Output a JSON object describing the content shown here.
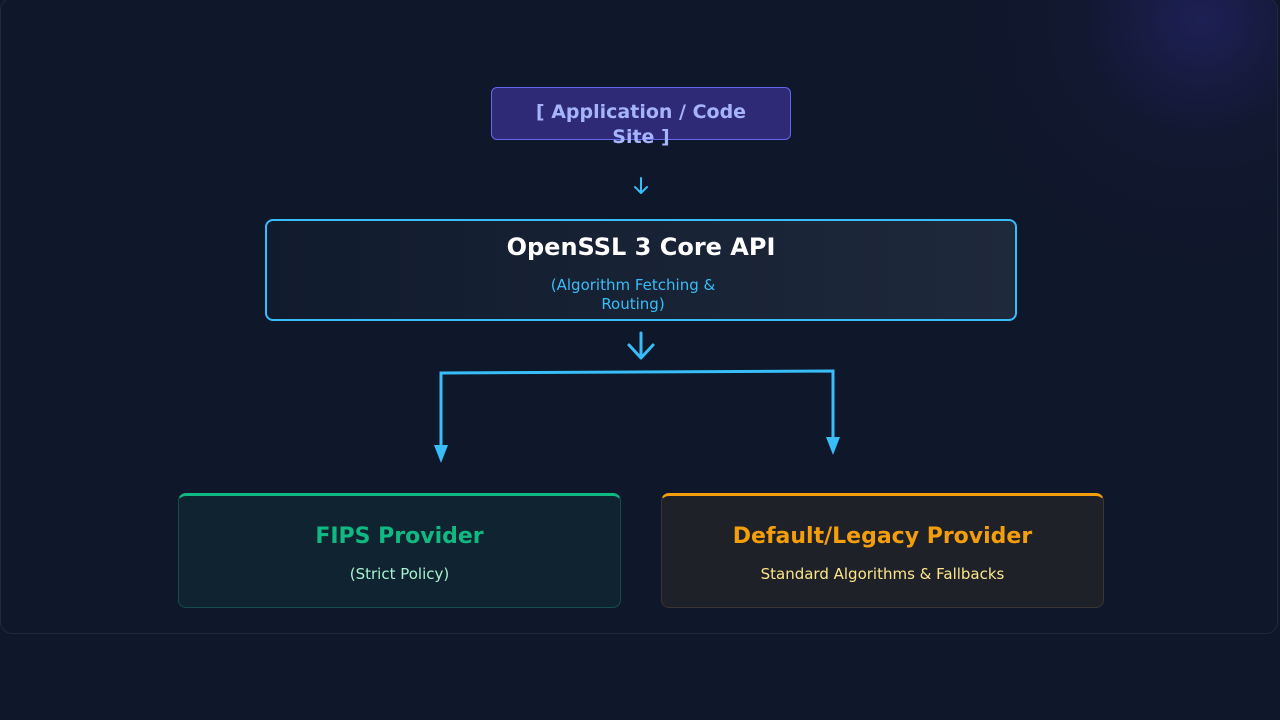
{
  "diagram": {
    "application_node": {
      "label": "[ Application / Code Site ]"
    },
    "core_node": {
      "title": "OpenSSL 3 Core API",
      "subtitle": "(Algorithm Fetching & Routing)"
    },
    "providers": [
      {
        "title": "FIPS Provider",
        "subtitle": "(Strict Policy)",
        "accent_color": "#10b981"
      },
      {
        "title": "Default/Legacy Provider",
        "subtitle": "Standard Algorithms & Fallbacks",
        "accent_color": "#f59e0b"
      }
    ],
    "colors": {
      "background": "#0f172a",
      "connector": "#38bdf8",
      "application_accent": "#6366f1",
      "application_text": "#a5b4fc"
    },
    "icons": [
      "arrow-down-icon",
      "arrow-down-icon",
      "arrowhead-icon",
      "arrowhead-icon"
    ]
  }
}
